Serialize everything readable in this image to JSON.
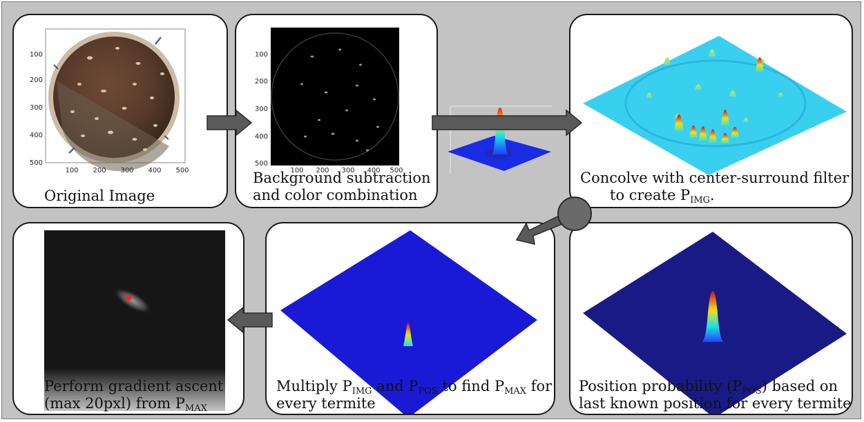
{
  "panels": {
    "original": {
      "caption": "Original Image",
      "y_ticks": [
        "100",
        "200",
        "300",
        "400",
        "500"
      ],
      "x_ticks": [
        "100",
        "200",
        "300",
        "400",
        "500"
      ]
    },
    "background": {
      "caption_line1": "Background subtraction",
      "caption_line2": "and color combination",
      "y_ticks": [
        "100",
        "200",
        "300",
        "400",
        "500"
      ],
      "x_ticks": [
        "100",
        "200",
        "300",
        "400",
        "500"
      ]
    },
    "convolve": {
      "caption_line1": "Concolve with center-surround filter",
      "caption_line2_prefix": "to create P",
      "caption_line2_sub": "IMG",
      "caption_line2_suffix": "."
    },
    "position": {
      "line1_prefix": "Position probability (P",
      "line1_sub": "POS",
      "line1_suffix": ") based on",
      "line2": "last known position for every termite"
    },
    "multiply": {
      "line1_a": "Multiply P",
      "line1_sub1": "IMG",
      "line1_b": " and P",
      "line1_sub2": "POS",
      "line1_c": " to find P",
      "line1_sub3": "MAX",
      "line1_d": " for",
      "line2": "every termite"
    },
    "gradient": {
      "line1": "Perform gradient ascent",
      "line2_prefix": "(max 20pxl) from P",
      "line2_sub": "MAX"
    }
  },
  "colors": {
    "background": "#c3c3c3",
    "arrow": "#5a5a5a",
    "surface": "#1a1adc",
    "marker": "#ff2020"
  }
}
